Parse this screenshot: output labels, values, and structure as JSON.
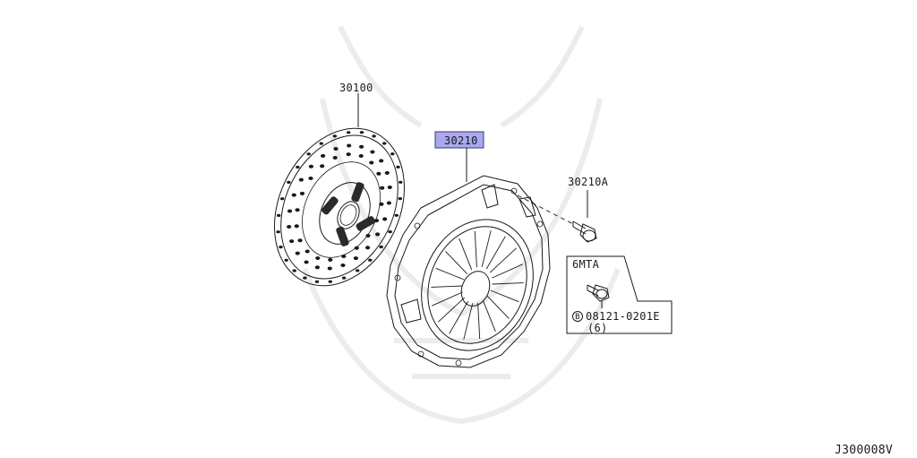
{
  "parts": {
    "disc": "30100",
    "cover": "30210",
    "bolt": "30210A"
  },
  "inset": {
    "title": "6MTA",
    "bolt_badge": "B",
    "bolt_part": "08121-0201E",
    "bolt_qty": "(6)"
  },
  "diagram_code": "J300008V",
  "colors": {
    "highlight_fill": "#a9a8f0",
    "highlight_border": "#3a3a6a",
    "watermark": "#ececec"
  }
}
